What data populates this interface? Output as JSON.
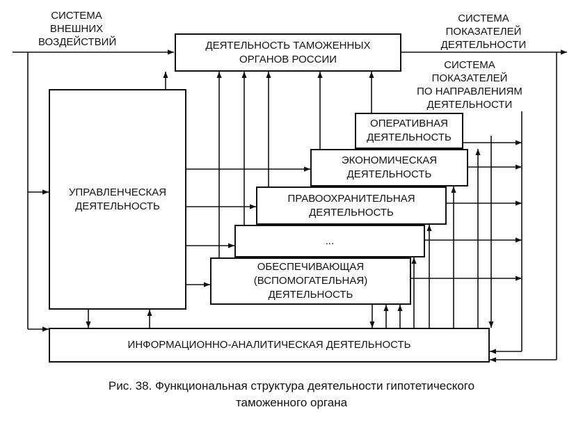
{
  "labels": {
    "external": "СИСТЕМА\nВНЕШНИХ\nВОЗДЕЙСТВИЙ",
    "indicators": "СИСТЕМА\nПОКАЗАТЕЛЕЙ\nДЕЯТЕЛЬНОСТИ",
    "indicators_by_direction": "СИСТЕМА\nПОКАЗАТЕЛЕЙ\nПО НАПРАВЛЕНИЯМ\nДЕЯТЕЛЬНОСТИ"
  },
  "boxes": {
    "top": "ДЕЯТЕЛЬНОСТЬ ТАМОЖЕННЫХ\nОРГАНОВ РОССИИ",
    "management": "УПРАВЛЕНЧЕСКАЯ\nДЕЯТЕЛЬНОСТЬ",
    "operational": "ОПЕРАТИВНАЯ\nДЕЯТЕЛЬНОСТЬ",
    "economic": "ЭКОНОМИЧЕСКАЯ\nДЕЯТЕЛЬНОСТЬ",
    "law": "ПРАВООХРАНИТЕЛЬНАЯ\nДЕЯТЕЛЬНОСТЬ",
    "other": "...",
    "support": "ОБЕСПЕЧИВАЮЩАЯ\n(ВСПОМОГАТЕЛЬНАЯ)\nДЕЯТЕЛЬНОСТЬ",
    "info": "ИНФОРМАЦИОННО-АНАЛИТИЧЕСКАЯ ДЕЯТЕЛЬНОСТЬ"
  },
  "caption": {
    "line1": "Рис. 38. Функциональная структура деятельности гипотетического",
    "line2": "таможенного органа"
  }
}
